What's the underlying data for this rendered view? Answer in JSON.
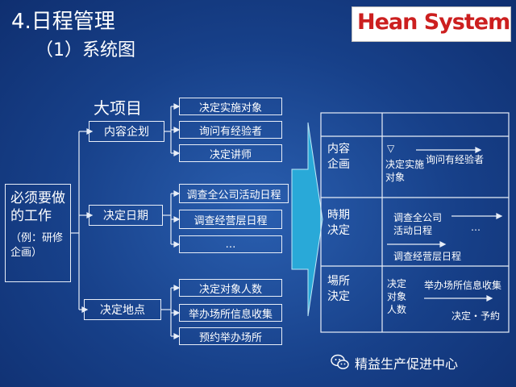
{
  "title": "4.日程管理",
  "subtitle": "（1）系统图",
  "logo": "Hean System",
  "diagram": {
    "heading": "大项目",
    "root": {
      "label": "必须要做的工作",
      "note": "（例：研修企画）"
    },
    "branches": [
      {
        "label": "内容企划",
        "items": [
          "决定实施对象",
          "询问有经验者",
          "决定讲师"
        ]
      },
      {
        "label": "决定日期",
        "items": [
          "调查全公司活动日程",
          "调查经营层日程",
          "…"
        ]
      },
      {
        "label": "决定地点",
        "items": [
          "决定对象人数",
          "举办场所信息收集",
          "预约举办场所"
        ]
      }
    ]
  },
  "schedule_table": {
    "rows": [
      {
        "label": "内容企画",
        "marker": "▽",
        "task1": "决定实施对象",
        "task2": "询问有经验者"
      },
      {
        "label": "時期决定",
        "task1": "调查全公司活动日程",
        "ellipsis": "…",
        "task2": "调查经营层日程"
      },
      {
        "label": "場所決定",
        "task1": "决定对象人数",
        "task2": "举办场所信息收集",
        "task3": "决定・予約"
      }
    ]
  },
  "footer": "精益生产促进中心",
  "colors": {
    "background": "#174089",
    "border": "#e8eef8",
    "arrow": "#29a9d8",
    "logo_text": "#cc1f1f"
  }
}
